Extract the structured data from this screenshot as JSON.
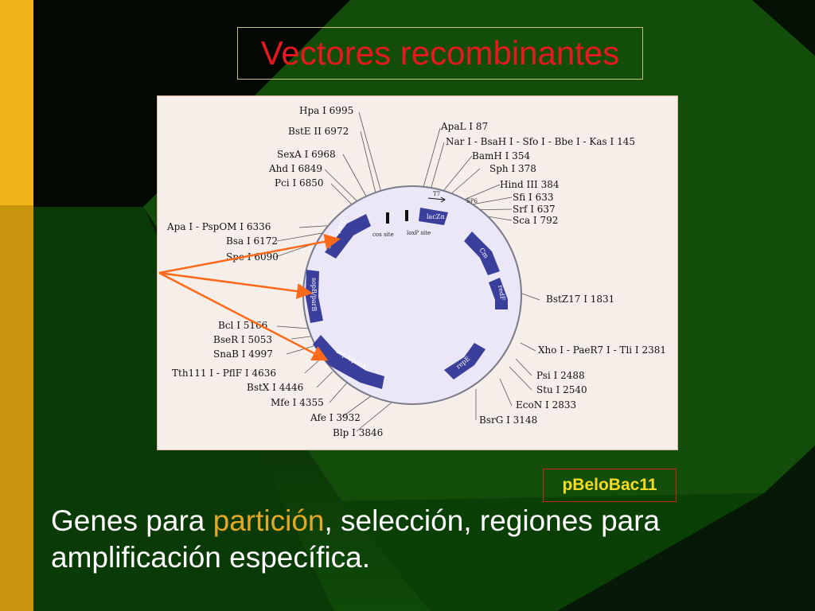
{
  "slide": {
    "title": "Vectores recombinantes",
    "caption": "pBeloBac11",
    "text_parts": [
      "Genes para ",
      "partición",
      ", selección, regiones para",
      "amplificación específica."
    ]
  },
  "colors": {
    "title": "#e8191e",
    "highlight": "#e6a823",
    "caption": "#f5dc20",
    "arrow": "#ff6a1a",
    "gene_block": "#3a3f9c",
    "plasmid_fill": "#ece7f7",
    "left_bar": "#f0b518"
  },
  "diagram": {
    "left_labels": [
      "Hpa I 6995",
      "BstE II 6972",
      "SexA I 6968",
      "Ahd I 6849",
      "Pci I 6850",
      "Apa I - PspOM I 6336",
      "Bsa I 6172",
      "Spe I 6090",
      "Bcl I 5166",
      "BseR I 5053",
      "SnaB I 4997",
      "Tth111 I - PflF I 4636",
      "BstX I 4446",
      "Mfe I 4355",
      "Afe I 3932",
      "Blp I 3846"
    ],
    "right_labels": [
      "ApaL I 87",
      "Nar I - BsaH I - Sfo I - Bbe I - Kas I 145",
      "BamH I 354",
      "Sph I 378",
      "Hind III 384",
      "Sfi I 633",
      "Srf I 637",
      "Sca I 792",
      "BstZ17 I 1831",
      "Xho I - PaeR7 I - Tli I 2381",
      "Psi I 2488",
      "Stu I 2540",
      "EcoN I 2833",
      "BsrG I 3148"
    ],
    "genes": [
      "lacZα",
      "Cm",
      "redF",
      "repE",
      "sopA/parA",
      "sopB/parB",
      "sopC/parC"
    ],
    "sites": [
      "cos site",
      "loxP site",
      "T7",
      "SP6"
    ]
  }
}
